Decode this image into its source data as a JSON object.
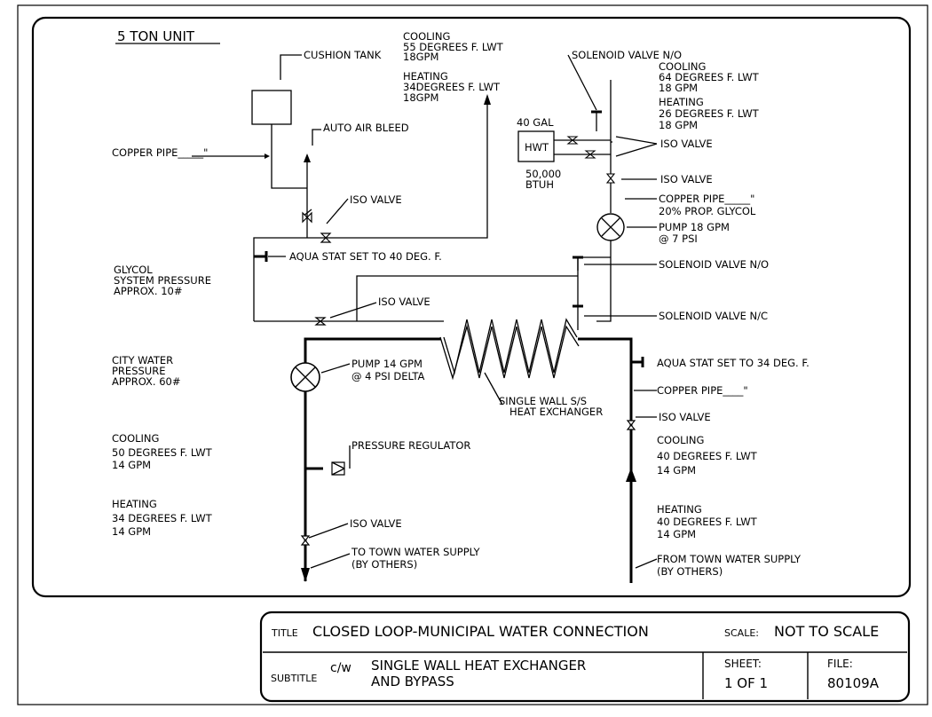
{
  "unit_title": "5 TON UNIT",
  "labels": {
    "cushion_tank": "CUSHION TANK",
    "cooling_top": "COOLING",
    "cooling_top_lwt": "55 DEGREES F. LWT",
    "cooling_top_gpm": "18GPM",
    "heating_top": "HEATING",
    "heating_top_lwt": "34DEGREES F. LWT",
    "heating_top_gpm": "18GPM",
    "solenoid_no_top": "SOLENOID VALVE N/O",
    "cooling_right": "COOLING",
    "cooling_right_lwt": "64 DEGREES F. LWT",
    "cooling_right_gpm": "18 GPM",
    "heating_right": "HEATING",
    "heating_right_lwt": "26 DEGREES F. LWT",
    "heating_right_gpm": "18 GPM",
    "gal": "40 GAL",
    "hwt": "HWT",
    "iso_valve_hwt": "ISO VALVE",
    "btuh_1": "50,000",
    "btuh_2": "BTUH",
    "iso_valve_glycol": "ISO VALVE",
    "copper_pipe_glycol": "COPPER PIPE_____\"",
    "prop_glycol": "20% PROP. GLYCOL",
    "pump_18": "PUMP 18 GPM",
    "pump_18_psi": "@ 7 PSI",
    "copper_pipe_left": "COPPER PIPE_____\"",
    "auto_air_bleed": "AUTO AIR BLEED",
    "iso_valve_upper": "ISO VALVE",
    "aqua_stat_40": "AQUA STAT SET TO 40 DEG. F.",
    "solenoid_no_mid": "SOLENOID VALVE N/O",
    "glycol_1": "GLYCOL",
    "glycol_2": "SYSTEM PRESSURE",
    "glycol_3": "APPROX. 10#",
    "iso_valve_mid": "ISO VALVE",
    "solenoid_nc": "SOLENOID VALVE N/C",
    "city_1": "CITY WATER",
    "city_2": "PRESSURE",
    "city_3": "APPROX. 60#",
    "pump_14": "PUMP 14 GPM",
    "pump_14_psi": "@ 4 PSI DELTA",
    "aqua_stat_34": "AQUA STAT SET TO 34 DEG. F.",
    "copper_pipe_right": "COPPER PIPE____\"",
    "hx_1": "SINGLE WALL S/S",
    "hx_2": "HEAT EXCHANGER",
    "iso_valve_right": "ISO VALVE",
    "cooling_left": "COOLING",
    "cooling_left_lwt": "50 DEGREES F. LWT",
    "cooling_left_gpm": "14 GPM",
    "pressure_regulator": "PRESSURE REGULATOR",
    "cooling_right2": "COOLING",
    "cooling_right2_lwt": "40 DEGREES F. LWT",
    "cooling_right2_gpm": "14 GPM",
    "heating_left": "HEATING",
    "heating_left_lwt": "34 DEGREES F. LWT",
    "heating_left_gpm": "14 GPM",
    "iso_valve_lower": "ISO VALVE",
    "heating_right2": "HEATING",
    "heating_right2_lwt": "40 DEGREES F. LWT",
    "heating_right2_gpm": "14 GPM",
    "to_town_1": "TO TOWN WATER SUPPLY",
    "to_town_2": "(BY OTHERS)",
    "from_town_1": "FROM TOWN WATER SUPPLY",
    "from_town_2": "(BY OTHERS)"
  },
  "title_block": {
    "title_label": "TITLE",
    "title": "CLOSED LOOP-MUNICIPAL WATER CONNECTION",
    "scale_label": "SCALE:",
    "scale": "NOT TO SCALE",
    "subtitle_label": "SUBTITLE",
    "subtitle_cw": "c/w",
    "subtitle_1": "SINGLE WALL HEAT EXCHANGER",
    "subtitle_2": "AND BYPASS",
    "sheet_label": "SHEET:",
    "sheet": "1 OF 1",
    "file_label": "FILE:",
    "file": "80109A"
  }
}
